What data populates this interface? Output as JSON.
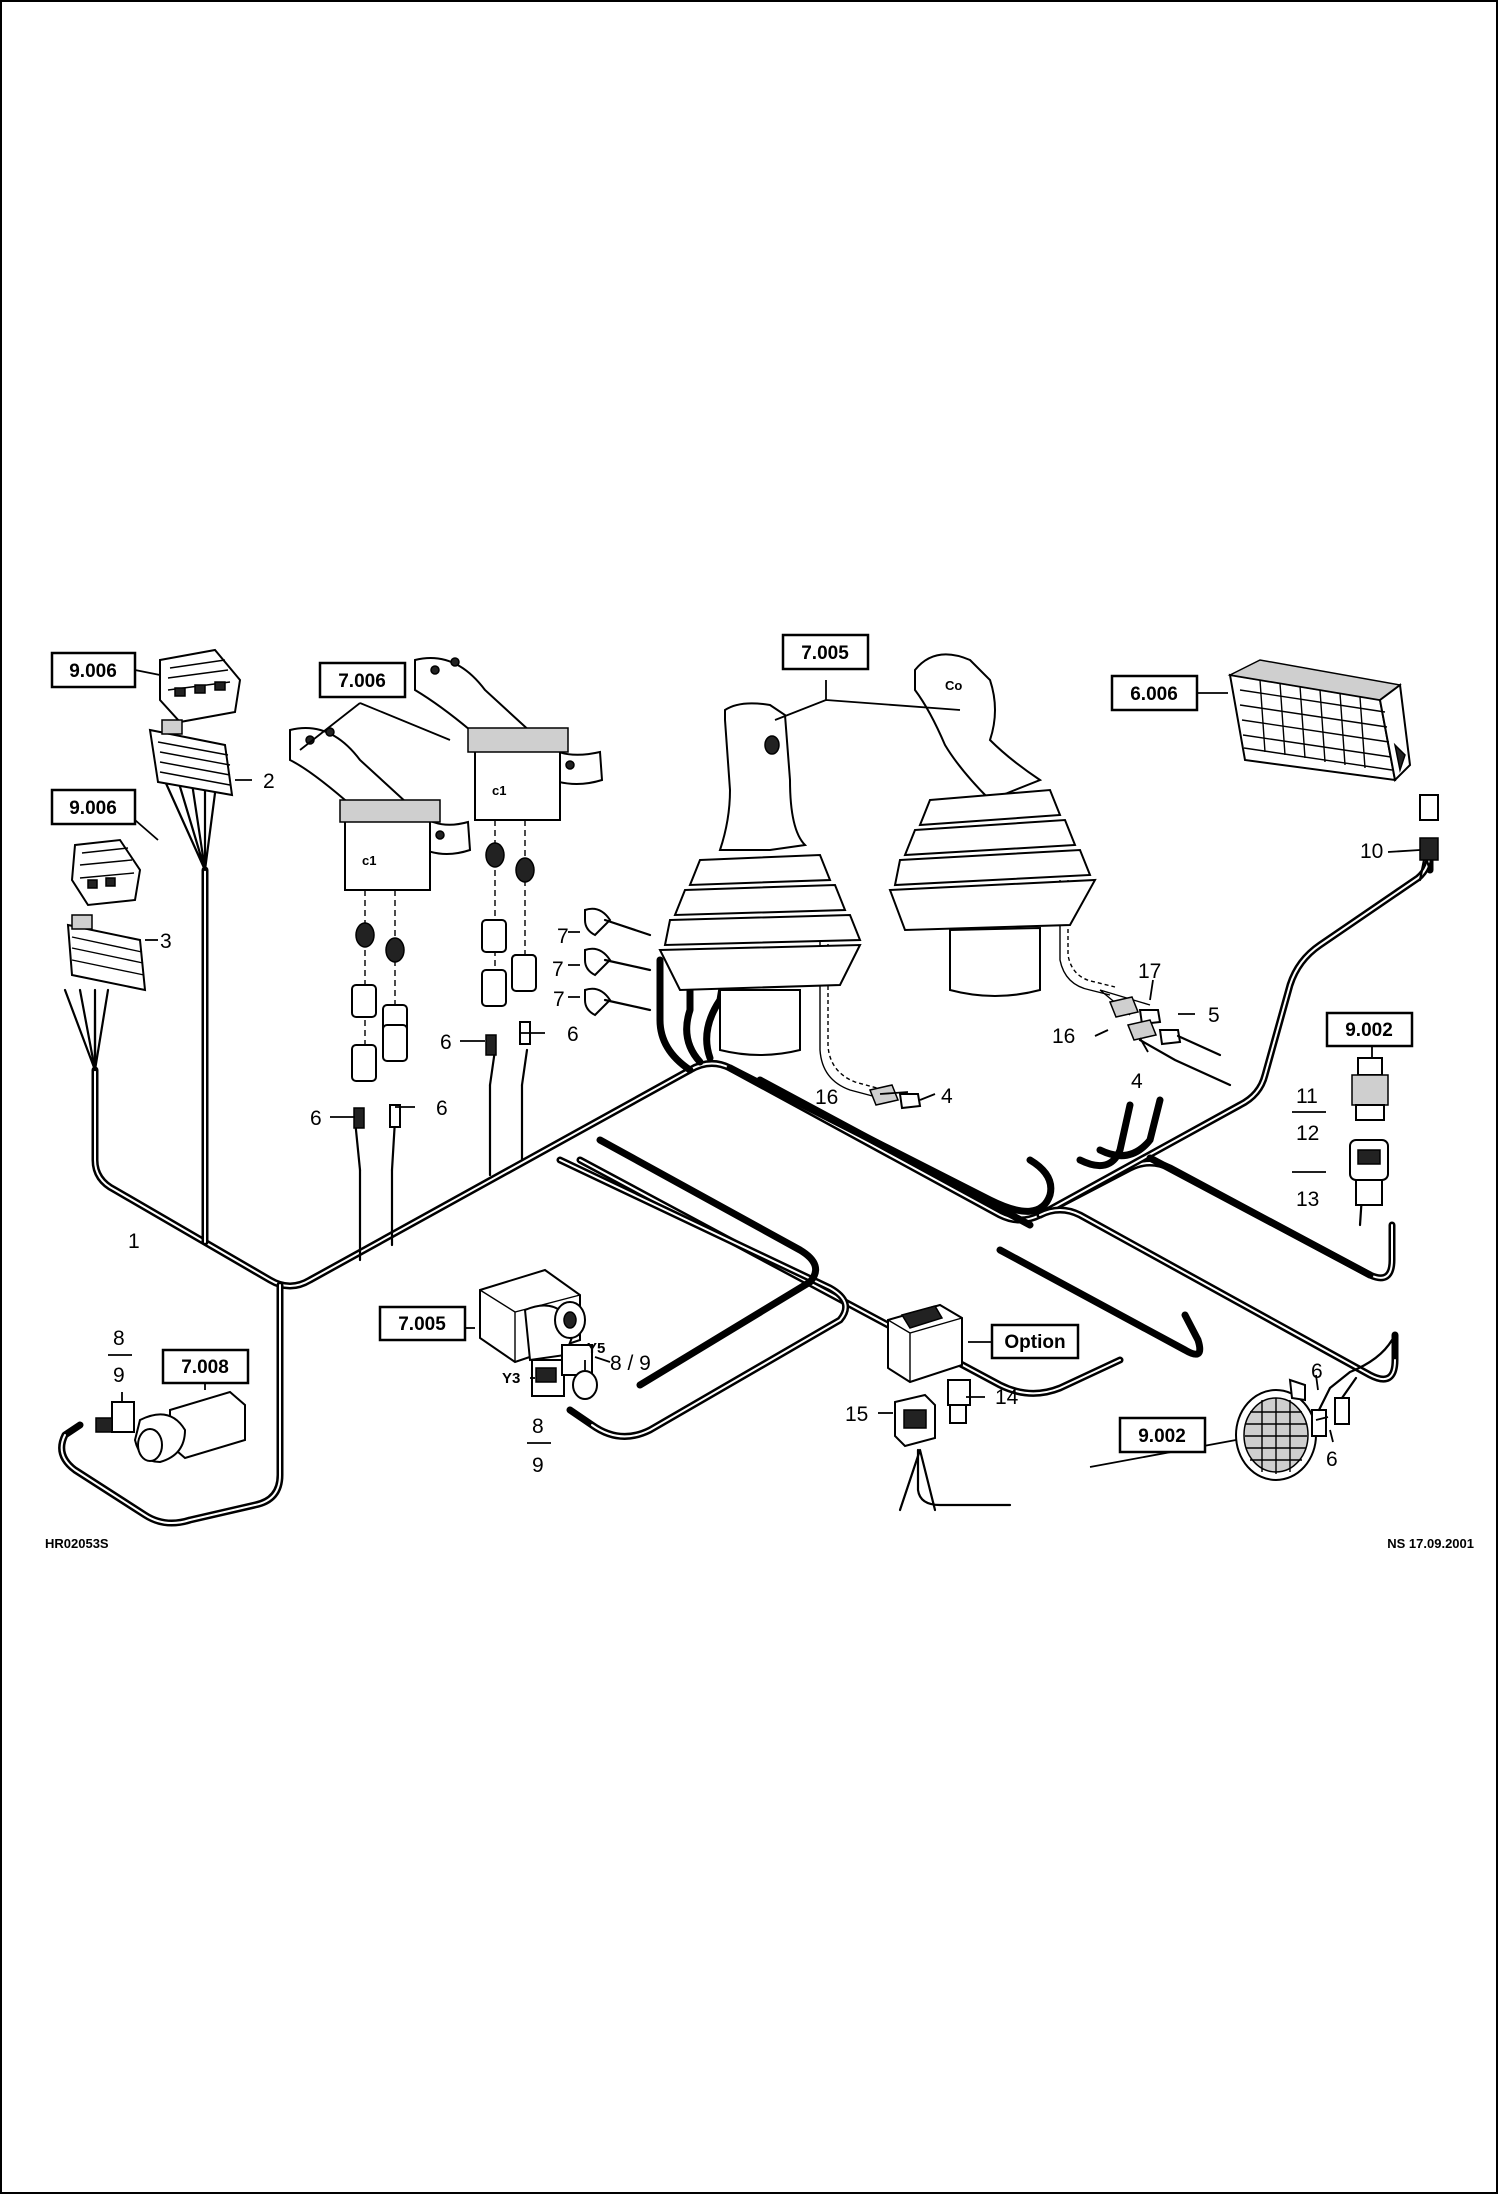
{
  "refs": {
    "r9006a": "9.006",
    "r9006b": "9.006",
    "r7006": "7.006",
    "r7005a": "7.005",
    "r6006": "6.006",
    "r9002a": "9.002",
    "r7005b": "7.005",
    "r7008": "7.008",
    "option": "Option",
    "r9002b": "9.002"
  },
  "callouts": {
    "c1": "1",
    "c2": "2",
    "c3": "3",
    "c4a": "4",
    "c4b": "4",
    "c5": "5",
    "c6a": "6",
    "c6b": "6",
    "c6c": "6",
    "c6d": "6",
    "c6e": "6",
    "c6f": "6",
    "c7a": "7",
    "c7b": "7",
    "c7c": "7",
    "c8a": "8",
    "c9a": "9",
    "c89": "8 / 9",
    "c8b": "8",
    "c9b": "9",
    "c10": "10",
    "c11": "11",
    "c12": "12",
    "c13": "13",
    "c14": "14",
    "c15": "15",
    "c16a": "16",
    "c16b": "16",
    "c17": "17",
    "y3": "Y3",
    "y5": "Y5"
  },
  "footer": {
    "left": "HR02053S",
    "right": "NS 17.09.2001"
  }
}
